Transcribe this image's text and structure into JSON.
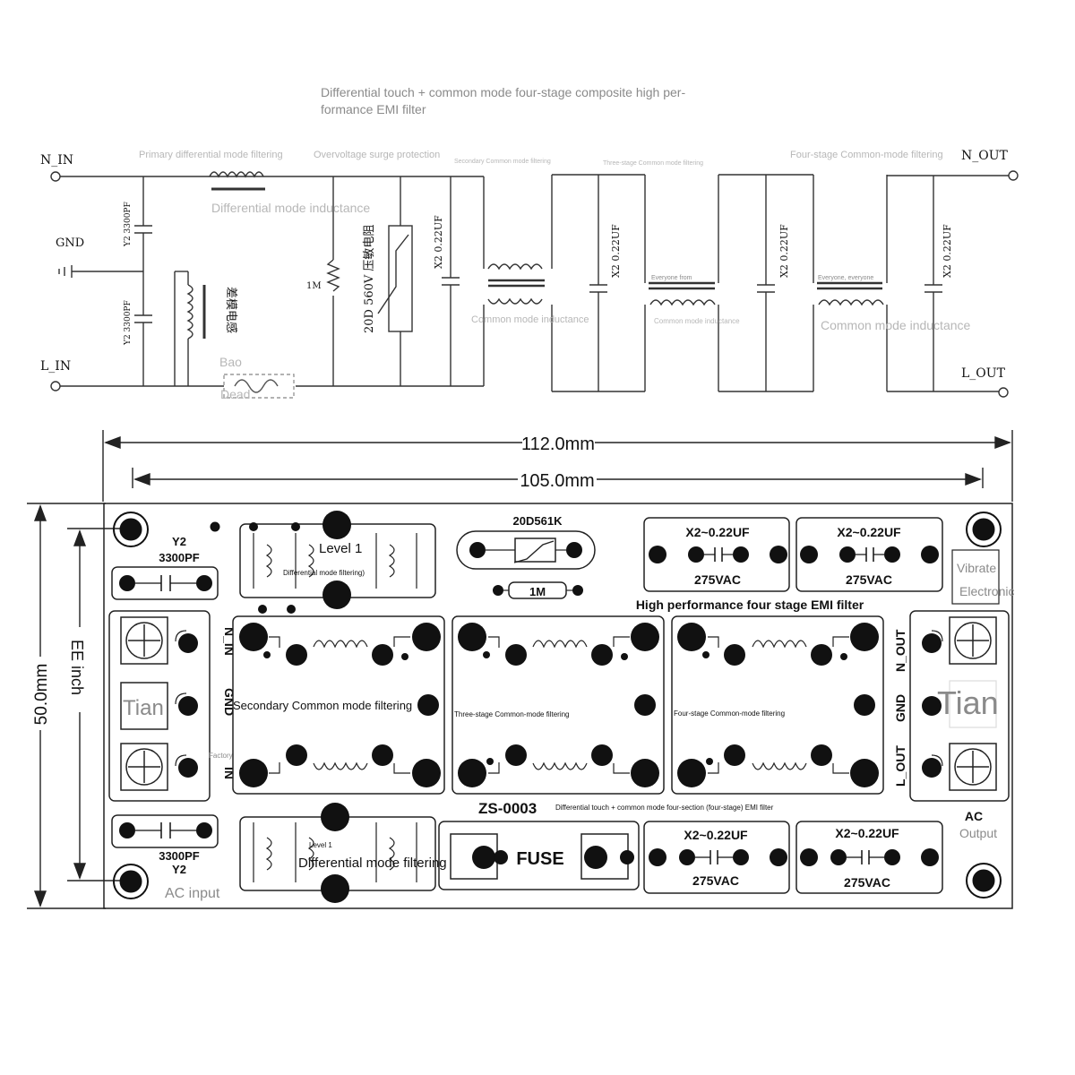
{
  "title": "Differential touch + common mode four-stage composite high performance EMI filter",
  "title_line1": "Differential touch + common mode four-stage composite high per-",
  "title_line2": "formance EMI filter",
  "schematic": {
    "n_in": "N_IN",
    "l_in": "L_IN",
    "gnd": "GND",
    "n_out": "N_OUT",
    "l_out": "L_OUT",
    "stage_primary": "Primary differential mode filtering",
    "stage_surge": "Overvoltage surge protection",
    "stage_secondary": "Secondary Common mode filtering",
    "stage_three": "Three-stage Common mode filtering",
    "stage_four": "Four-stage Common-mode filtering",
    "dm_inductance": "Differential mode inductance",
    "cm_inductance_1": "Common mode inductance",
    "cm_inductance_2": "Common mode inductance",
    "cm_inductance_3": "Common mode inductance",
    "everyone_1": "Everyone from",
    "everyone_2": "Everyone, everyone",
    "cap_y2_top": "Y2 3300PF",
    "cap_y2_bottom": "Y2 3300PF",
    "resistor": "1M",
    "varistor": "20D 560V 压敏电阻",
    "inductor_cn": "差模电感",
    "cap_x2": "X2 0.22UF",
    "fuse_label_1": "Bao",
    "fuse_label_2": "Dead"
  },
  "pcb": {
    "dim_width_outer": "112.0mm",
    "dim_width_inner": "105.0mm",
    "dim_height_outer": "50.0mm",
    "dim_height_inner": "EE inch",
    "y2_top_line1": "Y2",
    "y2_top_line2": "3300PF",
    "y2_bottom_line1": "3300PF",
    "y2_bottom_line2": "Y2",
    "level1_top": "Level 1",
    "dm_filtering_top": "Differential mode filtering)",
    "level1_bottom": "Level 1",
    "dm_filtering_bottom": "Differential mode filtering",
    "varistor_code": "20D561K",
    "resistor_code": "1M",
    "x2_cap": "X2~0.22UF",
    "x2_voltage": "275VAC",
    "vibrate": "Vibrate",
    "electronic": "Electronic",
    "headline": "High performance four stage EMI filter",
    "n_in": "N_IN",
    "gnd_in": "GND",
    "l_in": "IN",
    "n_out": "N_OUT",
    "gnd_out": "GND",
    "l_out": "L_OUT",
    "tian_left": "Tian",
    "tian_right": "Tian",
    "factory": "Factory",
    "secondary_cm": "Secondary Common mode filtering",
    "three_cm": "Three-stage Common-mode filtering",
    "four_cm": "Four-stage Common-mode filtering",
    "model": "ZS-0003",
    "model_desc": "Differential touch + common mode four-section (four-stage) EMI filter",
    "fuse": "FUSE",
    "ac_input": "AC input",
    "ac_output_1": "AC",
    "ac_output_2": "Output"
  }
}
